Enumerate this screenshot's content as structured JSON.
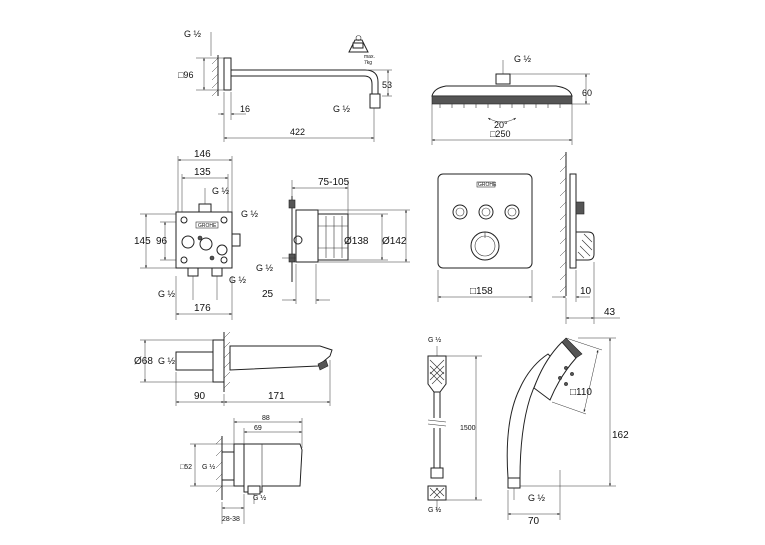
{
  "arm": {
    "thread_top": "G ½",
    "square": "□96",
    "height": "53",
    "depth": "16",
    "thread_bottom": "G ½",
    "length": "422",
    "weight_tag_line1": "max.",
    "weight_tag_line2": "7kg"
  },
  "head": {
    "thread": "G ½",
    "height": "60",
    "angle": "20°",
    "width": "□250"
  },
  "box": {
    "w146": "146",
    "w135": "135",
    "thread_top": "G ½",
    "thread_right": "G ½",
    "h145": "145",
    "h96": "96",
    "thread_bottom_left": "G ½",
    "thread_bottom_right": "G ½",
    "width176": "176",
    "logo": "GROHE"
  },
  "box_side": {
    "depth_range": "75-105",
    "d138": "Ø138",
    "d142": "Ø142",
    "thread": "G ½",
    "d25": "25"
  },
  "panel": {
    "logo": "GROHE",
    "width": "□158",
    "depth10": "10",
    "depth43": "43"
  },
  "spout": {
    "d68": "Ø68",
    "thread": "G ½",
    "w90": "90",
    "w171": "171"
  },
  "outlet": {
    "w88": "88",
    "w69": "69",
    "square": "□52",
    "thread_left": "G ½",
    "thread_bottom": "G ½",
    "range": "28-38"
  },
  "hose": {
    "thread_top": "G ½",
    "length": "1500",
    "thread_bottom": "G ½"
  },
  "hand": {
    "square": "□110",
    "length": "162",
    "thread": "G ½",
    "width": "70"
  }
}
